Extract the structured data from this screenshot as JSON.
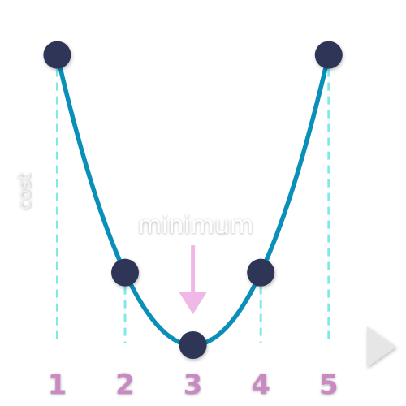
{
  "chart_data": {
    "type": "line",
    "title": "",
    "xlabel": "",
    "ylabel": "cost",
    "categories": [
      "1",
      "2",
      "3",
      "4",
      "5"
    ],
    "x": [
      1,
      2,
      3,
      4,
      5
    ],
    "series": [
      {
        "values": [
          4,
          1,
          0,
          1,
          4
        ]
      }
    ],
    "xlim": [
      0.6,
      5.9
    ],
    "ylim": [
      0,
      4.6
    ],
    "grid": false,
    "annotations": [
      {
        "text": "minimum",
        "x": 3,
        "y": 0,
        "marker": "down-arrow"
      }
    ],
    "colors": {
      "curve": "#0a8fb8",
      "points": "#2f3557",
      "dropline": "#7fe9e8",
      "axis": "#e6e6e6",
      "tick_label": "#c98ac4",
      "arrow": "#f0b8e6",
      "ylabel": "#f1f1f1",
      "annotation_text": "#ffffff"
    }
  }
}
